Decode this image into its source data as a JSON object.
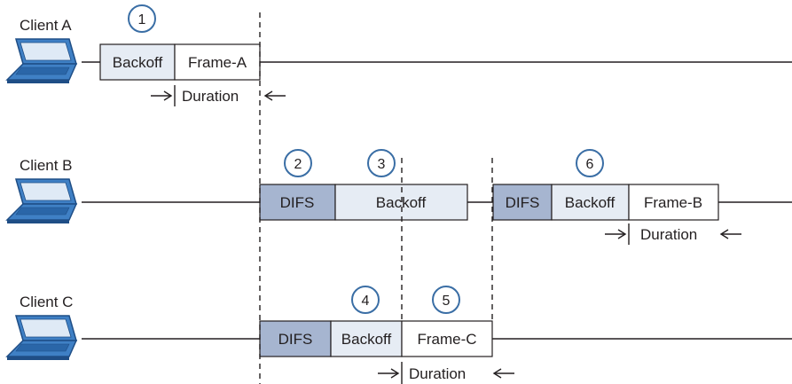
{
  "colors": {
    "backoff_fill": "#e6ecf4",
    "difs_fill": "#a6b5d0",
    "frame_fill": "#ffffff",
    "laptop_blue": "#3f80c5",
    "circle_stroke": "#3a6ea5"
  },
  "clients": [
    {
      "label": "Client A",
      "icon": "laptop-icon",
      "segments": [
        {
          "kind": "backoff",
          "label": "Backoff"
        },
        {
          "kind": "frame",
          "label": "Frame-A"
        }
      ],
      "duration_label": "Duration",
      "step_numbers": [
        "1"
      ]
    },
    {
      "label": "Client B",
      "icon": "laptop-icon",
      "segments": [
        {
          "kind": "difs",
          "label": "DIFS"
        },
        {
          "kind": "backoff",
          "label": "Backoff"
        },
        {
          "kind": "difs",
          "label": "DIFS"
        },
        {
          "kind": "backoff",
          "label": "Backoff"
        },
        {
          "kind": "frame",
          "label": "Frame-B"
        }
      ],
      "duration_label": "Duration",
      "step_numbers": [
        "2",
        "3",
        "6"
      ]
    },
    {
      "label": "Client C",
      "icon": "laptop-icon",
      "segments": [
        {
          "kind": "difs",
          "label": "DIFS"
        },
        {
          "kind": "backoff",
          "label": "Backoff"
        },
        {
          "kind": "frame",
          "label": "Frame-C"
        }
      ],
      "duration_label": "Duration",
      "step_numbers": [
        "4",
        "5"
      ]
    }
  ]
}
